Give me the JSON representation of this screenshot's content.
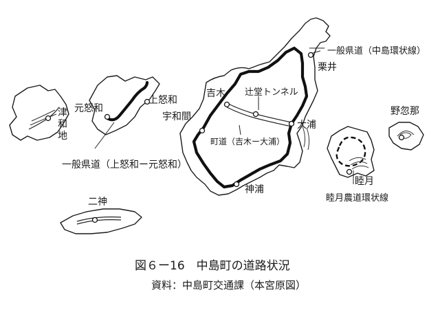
{
  "map": {
    "labels": {
      "pref_road_loop": "一般県道（中島環状線）",
      "kuriri": "栗井",
      "tsujido_tunnel": "辻堂トンネル",
      "yoshiki": "吉木",
      "uwama": "宇和間",
      "town_road": "町道（吉木ー大浦）",
      "oura": "大浦",
      "konoura": "神浦",
      "nogutsuna": "野忽那",
      "mutsuki": "睦月",
      "mutsuki_farm_road": "睦月農道環状線",
      "kamiwawa": "上怒和",
      "motowawa": "元怒和",
      "tsuwaji": "津和地",
      "pref_road_wawa": "一般県道（上怒和ー元怒和）",
      "futagami": "二神"
    },
    "caption": {
      "title": "図６ー16　中島町の道路状況",
      "source": "資料：中島町交通課（本宮原図）"
    }
  }
}
